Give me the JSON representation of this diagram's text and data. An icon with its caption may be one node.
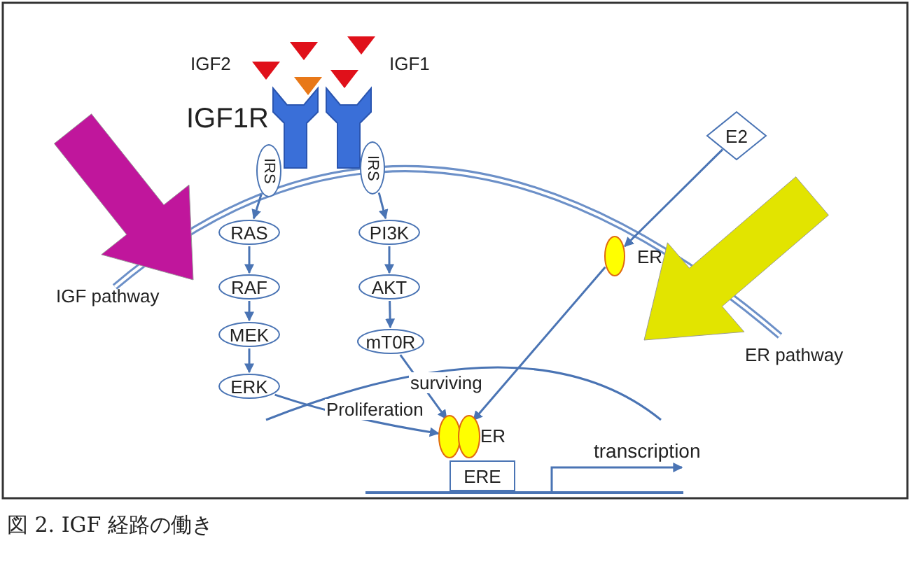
{
  "diagram": {
    "caption": "図 2. IGF 経路の働き",
    "nodes": [
      {
        "text": [
          "IRS"
        ]
      },
      {
        "text": [
          "IRS"
        ]
      },
      {
        "text": [
          "RAS"
        ]
      },
      {
        "text": [
          "RAF"
        ]
      },
      {
        "text": [
          "MEK"
        ]
      },
      {
        "text": [
          "ERK"
        ]
      },
      {
        "text": [
          "PI3K"
        ]
      },
      {
        "text": [
          "AKT"
        ]
      },
      {
        "text": [
          "mT0R"
        ]
      },
      {
        "text": [
          "E2"
        ]
      },
      {
        "text": [
          "ER"
        ]
      },
      {
        "text": [
          "ER"
        ]
      },
      {
        "text": [
          "ERE"
        ]
      }
    ],
    "edges": [
      {
        "from": 0,
        "to": 2,
        "arrow": "to"
      },
      {
        "from": 2,
        "to": 3,
        "arrow": "to"
      },
      {
        "from": 3,
        "to": 4,
        "arrow": "to"
      },
      {
        "from": 4,
        "to": 5,
        "arrow": "to"
      },
      {
        "from": 1,
        "to": 6,
        "arrow": "to"
      },
      {
        "from": 6,
        "to": 7,
        "arrow": "to"
      },
      {
        "from": 7,
        "to": 8,
        "arrow": "to"
      },
      {
        "from": 9,
        "to": 10,
        "arrow": "to"
      },
      {
        "from": 10,
        "to": 11,
        "arrow": "to"
      },
      {
        "from": 8,
        "to": 11,
        "arrow": "to",
        "label": "surviving"
      },
      {
        "from": 5,
        "to": 11,
        "arrow": "to",
        "label": "Proliferation"
      }
    ],
    "labels": [
      "IGF2",
      "IGF1",
      "IGF1R",
      "IGF pathway",
      "ER pathway",
      "transcription"
    ]
  }
}
